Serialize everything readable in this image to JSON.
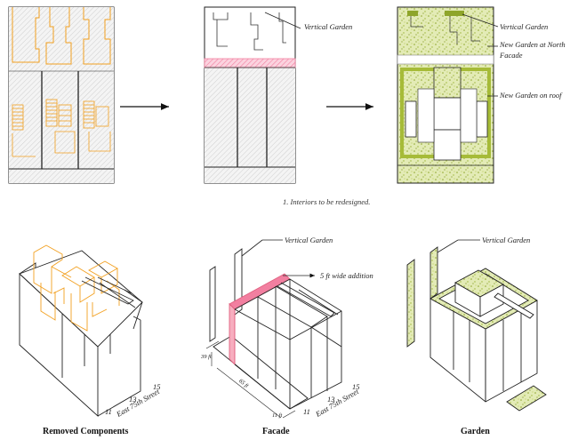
{
  "labels": {
    "vertical_garden": "Vertical Garden",
    "new_garden_north_1": "New Garden at North",
    "new_garden_north_2": "Facade",
    "new_garden_roof": "New Garden on roof",
    "interiors_note": "1. Interiors to be redesigned.",
    "addition": "5 ft wide addition",
    "dim_39": "39 ft",
    "dim_65": "65 ft",
    "dim_11": "11 ft",
    "num_11": "11",
    "num_13": "13",
    "num_15": "15",
    "street": "East 75th Street"
  },
  "captions": {
    "removed": "Removed Components",
    "facade": "Facade",
    "garden": "Garden"
  },
  "colors": {
    "orange": "#f2a020",
    "pink": "#f27fa0",
    "green": "#a6bb38",
    "green_fill": "#d9e2a8",
    "hatch": "#d8d8d8",
    "line": "#222222"
  }
}
